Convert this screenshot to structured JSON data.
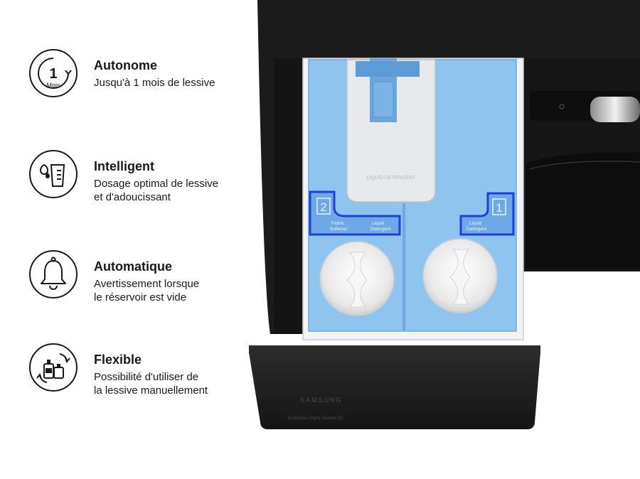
{
  "features": [
    {
      "icon": "calendar-one-month-icon",
      "title": "Autonome",
      "description": "Jusqu'à 1 mois de lessive",
      "icon_number": "1",
      "icon_unit": "Mois"
    },
    {
      "icon": "measuring-cup-drops-icon",
      "title": "Intelligent",
      "description_line1": "Dosage optimal de lessive",
      "description_line2": "et d'adoucissant"
    },
    {
      "icon": "bell-icon",
      "title": "Automatique",
      "description_line1": "Avertissement lorsque",
      "description_line2": "le réservoir est vide"
    },
    {
      "icon": "detergent-bottles-cycle-icon",
      "title": "Flexible",
      "description_line1": "Possibilité d'utiliser de",
      "description_line2": "la lessive manuellement"
    }
  ],
  "product": {
    "brand": "SAMSUNG",
    "drawer_caption": "Ecobubble   Digital Inverter   [3]",
    "compartment_2": {
      "number": "2",
      "label_line1": "Fabric",
      "label_line2": "Softener",
      "label_line3": "Liquid",
      "label_line4": "Detergent"
    },
    "compartment_1": {
      "number": "1",
      "label_line1": "Liquid",
      "label_line2": "Detergent"
    },
    "manual_compartment_text": "LIQUID DETERGENT",
    "colors": {
      "tray_blue": "#8fc4ef",
      "highlight_blue": "#1f3fd9",
      "appliance_black": "#1b1b1b"
    }
  }
}
